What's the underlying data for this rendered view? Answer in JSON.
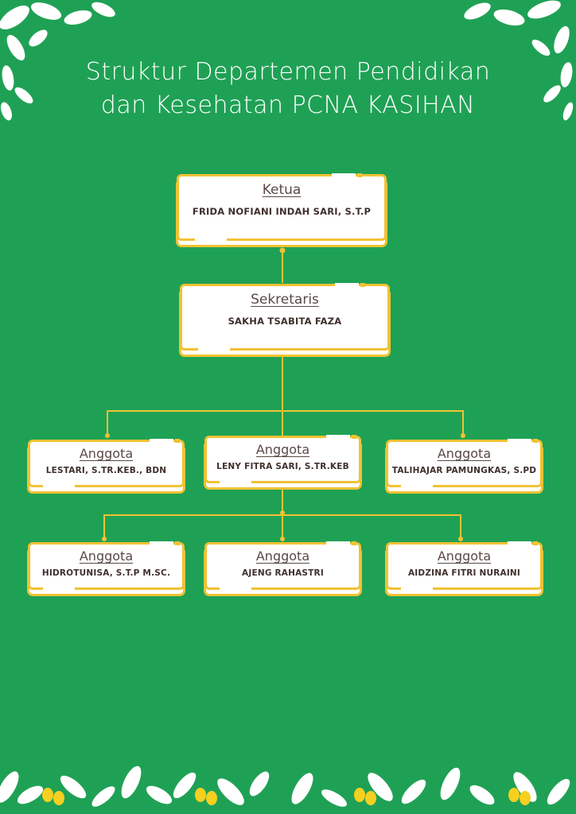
{
  "title": {
    "line1": "Struktur Departemen Pendidikan",
    "line2": "dan Kesehatan PCNA KASIHAN"
  },
  "colors": {
    "background": "#1fa155",
    "card_border": "#f1c232",
    "connector": "#f1c232",
    "text": "#3f302c",
    "leaf": "#ffffff",
    "flower": "#f5d020"
  },
  "ketua": {
    "role": "Ketua",
    "name": "FRIDA NOFIANI INDAH SARI, S.T.P"
  },
  "sekretaris": {
    "role": "Sekretaris",
    "name": "SAKHA TSABITA FAZA"
  },
  "anggota": [
    {
      "role": "Anggota",
      "name": "LESTARI, S.TR.KEB., BDN"
    },
    {
      "role": "Anggota",
      "name": "LENY FITRA SARI, S.TR.KEB"
    },
    {
      "role": "Anggota",
      "name": "TALIHAJAR PAMUNGKAS, S.PD"
    },
    {
      "role": "Anggota",
      "name": "HIDROTUNISA, S.T.P M.SC."
    },
    {
      "role": "Anggota",
      "name": "AJENG RAHASTRI"
    },
    {
      "role": "Anggota",
      "name": "AIDZINA FITRI NURAINI"
    }
  ]
}
